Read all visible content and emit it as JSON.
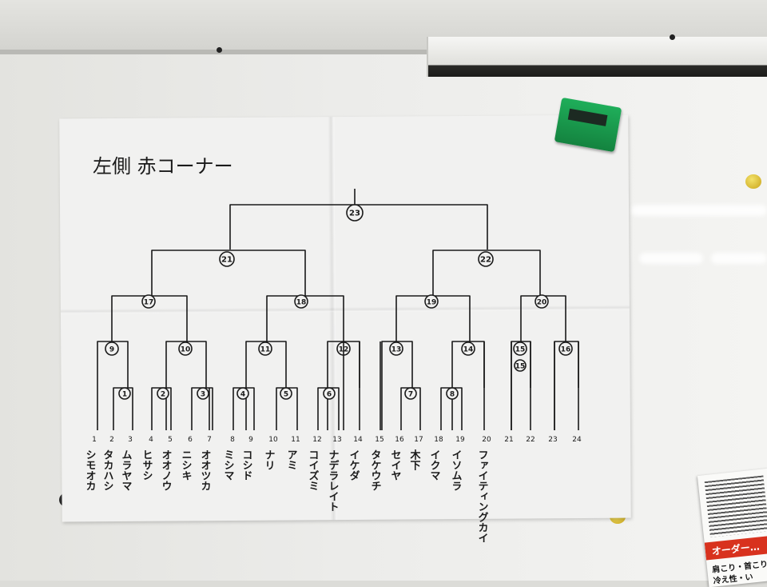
{
  "title": "左側 赤コーナー",
  "colors": {
    "ink": "#1a1a1a",
    "paper": "#f1f1f0",
    "eraser": "#17a050"
  },
  "bracket": {
    "final": {
      "match": "23"
    },
    "semis": [
      {
        "match": "21"
      },
      {
        "match": "22"
      }
    ],
    "quarters": [
      {
        "match": "17"
      },
      {
        "match": "18"
      },
      {
        "match": "19"
      },
      {
        "match": "20"
      }
    ],
    "round2": [
      {
        "match": "9"
      },
      {
        "match": "10"
      },
      {
        "match": "11"
      },
      {
        "match": "12"
      },
      {
        "match": "13"
      },
      {
        "match": "14"
      },
      {
        "match": "15"
      },
      {
        "match": "16"
      }
    ],
    "round1": [
      {
        "match": "1"
      },
      {
        "match": "2"
      },
      {
        "match": "3"
      },
      {
        "match": "4"
      },
      {
        "match": "5"
      },
      {
        "match": "6"
      },
      {
        "match": "7"
      },
      {
        "match": "8"
      }
    ]
  },
  "competitors": [
    {
      "seed": "1",
      "name": "シモオカ"
    },
    {
      "seed": "2",
      "name": "タカハシ"
    },
    {
      "seed": "3",
      "name": "ムラヤマ"
    },
    {
      "seed": "4",
      "name": "ヒサシ"
    },
    {
      "seed": "5",
      "name": "オオノウ"
    },
    {
      "seed": "6",
      "name": "ニシキ"
    },
    {
      "seed": "7",
      "name": "オオツカ"
    },
    {
      "seed": "8",
      "name": "ミシマ"
    },
    {
      "seed": "9",
      "name": "コシド"
    },
    {
      "seed": "10",
      "name": "ナリ"
    },
    {
      "seed": "11",
      "name": "アミ"
    },
    {
      "seed": "12",
      "name": "コイズミ"
    },
    {
      "seed": "13",
      "name": "ナデラレイト"
    },
    {
      "seed": "14",
      "name": "イケダ"
    },
    {
      "seed": "15",
      "name": "タケウチ"
    },
    {
      "seed": "16",
      "name": "セイヤ"
    },
    {
      "seed": "17",
      "name": "木下"
    },
    {
      "seed": "18",
      "name": "イクマ"
    },
    {
      "seed": "19",
      "name": "イソムラ"
    },
    {
      "seed": "20",
      "name": "ファイティングカイ"
    },
    {
      "seed": "21",
      "name": ""
    },
    {
      "seed": "22",
      "name": ""
    },
    {
      "seed": "23",
      "name": ""
    },
    {
      "seed": "24",
      "name": ""
    }
  ],
  "flyer": {
    "banner": "オーダー…",
    "line1": "肩こり・首こり",
    "line2": "冷え性・い"
  }
}
